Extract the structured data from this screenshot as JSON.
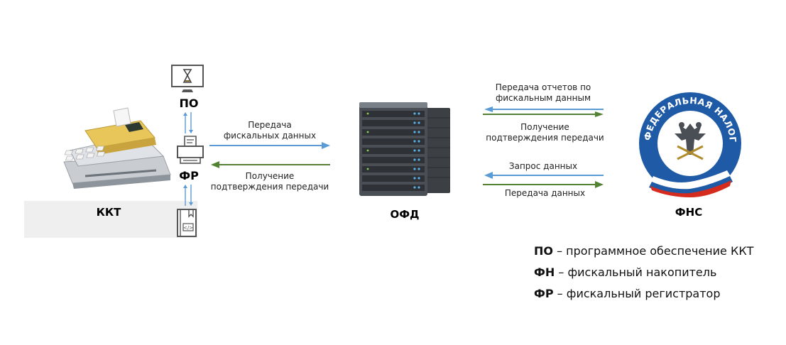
{
  "nodes": {
    "kkt": "ККТ",
    "po": "ПО",
    "fr": "ФР",
    "ofd": "ОФД",
    "fns": "ФНС"
  },
  "fns_logo_text": "ФЕДЕРАЛЬНАЯ НАЛОГОВАЯ СЛУЖБА",
  "flows": {
    "kkt_to_ofd_line1": "Передача",
    "kkt_to_ofd_line2": "фискальных данных",
    "ofd_to_kkt_line1": "Получение",
    "ofd_to_kkt_line2": "подтверждения передачи",
    "ofd_to_fns_line1": "Передача отчетов по",
    "ofd_to_fns_line2": "фискальным данным",
    "fns_to_ofd_line1": "Получение",
    "fns_to_ofd_line2": "подтверждения передачи",
    "fns_request": "Запрос данных",
    "ofd_send": "Передача данных"
  },
  "legend": [
    {
      "term": "ПО",
      "definition": " – программное обеспечение ККТ"
    },
    {
      "term": "ФН",
      "definition": " – фискальный накопитель"
    },
    {
      "term": "ФР",
      "definition": " – фискальный регистратор"
    }
  ],
  "colors": {
    "blue_arrow": "#5b9bd5",
    "green_arrow": "#548235",
    "fns_blue": "#1f5aa6",
    "flag_red": "#d52b1e"
  }
}
